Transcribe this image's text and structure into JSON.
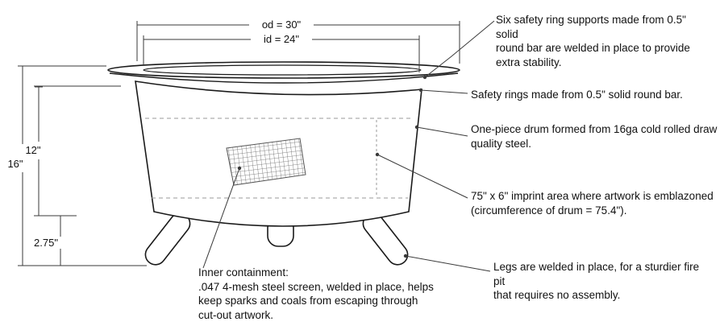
{
  "title": "Fire pit technical diagram",
  "colors": {
    "line": "#1a1a1a",
    "thin_line": "#3a3a3a",
    "dashed": "#9a9a9a",
    "background": "#ffffff"
  },
  "dimensions": {
    "od": "od = 30\"",
    "id": "id = 24\"",
    "overall_height": "16\"",
    "drum_height": "12\"",
    "leg_height": "2.75\""
  },
  "annotations": {
    "ring_supports": "Six safety ring supports made from 0.5\" solid\nround bar are welded in place to provide\nextra stability.",
    "safety_rings": "Safety rings made from 0.5\" solid round bar.",
    "drum": "One-piece drum formed from 16ga cold rolled draw\nquality steel.",
    "imprint": "75\" x 6\" imprint area where artwork is emblazoned\n(circumference of drum = 75.4\").",
    "legs": "Legs are welded in place, for a sturdier fire pit\nthat requires no assembly.",
    "containment": "Inner containment:\n.047 4-mesh steel screen, welded in place, helps\nkeep sparks and coals from escaping through\ncut-out artwork."
  }
}
